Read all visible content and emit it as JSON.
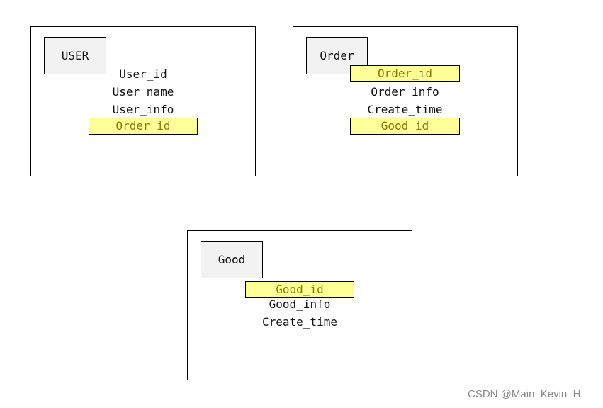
{
  "entities": {
    "user": {
      "name": "USER",
      "fields": [
        "User_id",
        "User_name",
        "User_info",
        "Order_id"
      ]
    },
    "order": {
      "name": "Order",
      "fields": [
        "Order_id",
        "Order_info",
        "Create_time",
        "Good_id"
      ]
    },
    "good": {
      "name": "Good",
      "fields": [
        "Good_id",
        "Good_info",
        "Create_time"
      ]
    }
  },
  "highlight_color": "#ffff99",
  "watermark": "CSDN @Main_Kevin_H"
}
